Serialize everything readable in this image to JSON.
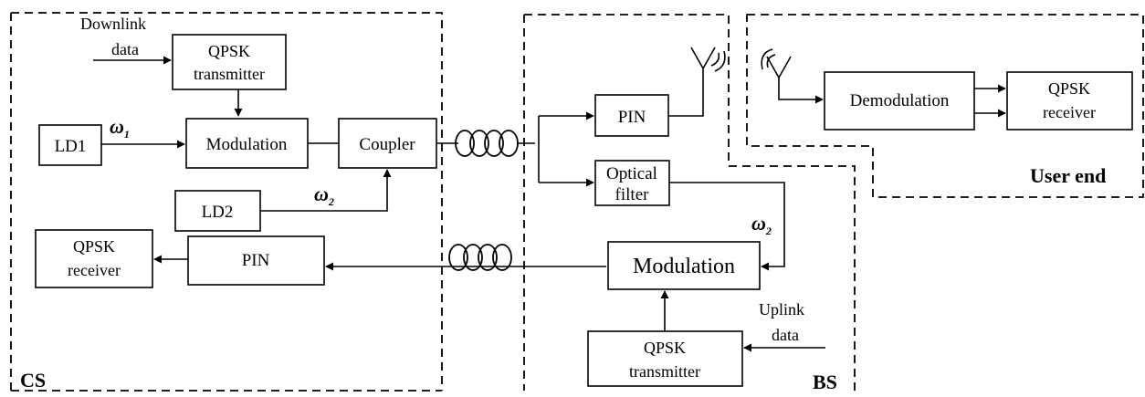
{
  "regions": {
    "cs": "CS",
    "bs": "BS",
    "user_end": "User end"
  },
  "cs": {
    "downlink_line1": "Downlink",
    "downlink_line2": "data",
    "qpsk_tx_line1": "QPSK",
    "qpsk_tx_line2": "transmitter",
    "ld1": "LD1",
    "omega1": "ω",
    "omega1_sub": "1",
    "modulation": "Modulation",
    "coupler": "Coupler",
    "ld2": "LD2",
    "omega2": "ω",
    "omega2_sub": "2",
    "qpsk_rx_line1": "QPSK",
    "qpsk_rx_line2": "receiver",
    "pin": "PIN"
  },
  "bs": {
    "pin": "PIN",
    "optical_filter_line1": "Optical",
    "optical_filter_line2": "filter",
    "omega2": "ω",
    "omega2_sub": "2",
    "modulation": "Modulation",
    "uplink_line1": "Uplink",
    "uplink_line2": "data",
    "qpsk_tx_line1": "QPSK",
    "qpsk_tx_line2": "transmitter"
  },
  "user": {
    "demodulation": "Demodulation",
    "qpsk_rx_line1": "QPSK",
    "qpsk_rx_line2": "receiver"
  }
}
